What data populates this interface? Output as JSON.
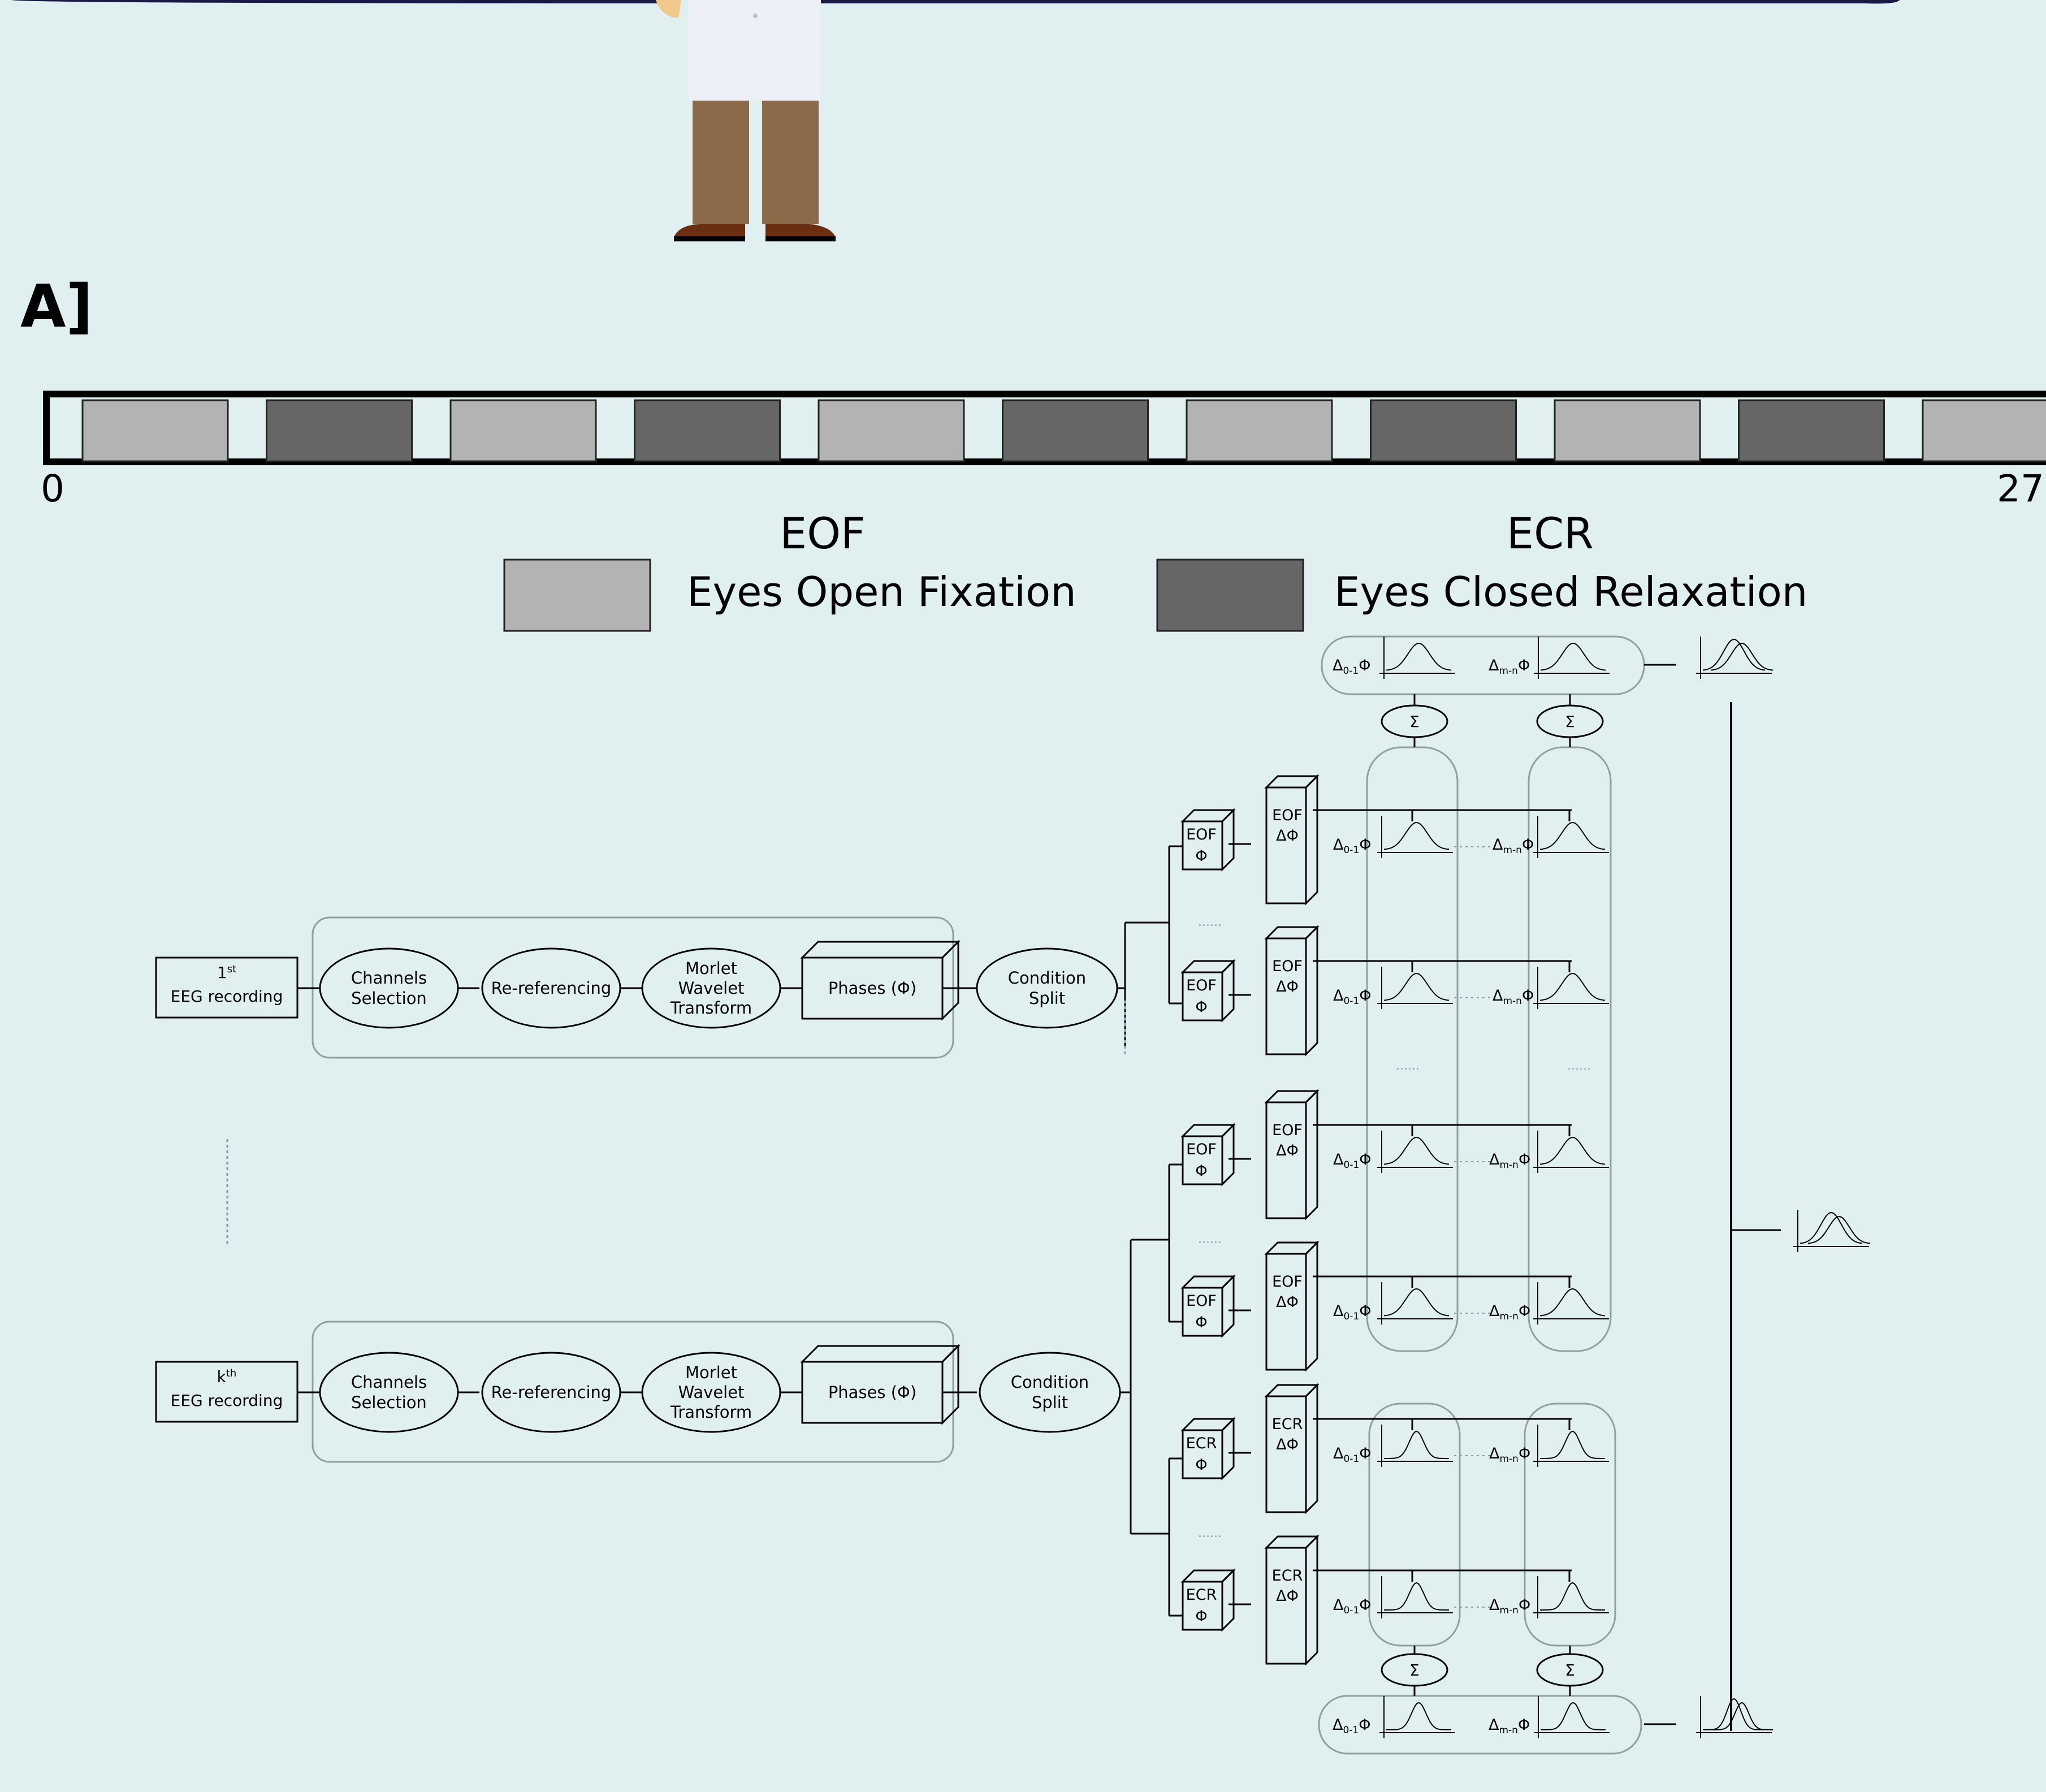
{
  "panel_label": "A]",
  "timeline": {
    "start_label": "0",
    "end_label": "27",
    "segments": [
      "EOF",
      "ECR",
      "EOF",
      "ECR",
      "EOF",
      "ECR",
      "EOF",
      "ECR",
      "EOF",
      "ECR",
      "EOF"
    ]
  },
  "legend": {
    "eof_abbr": "EOF",
    "eof_label": "Eyes Open Fixation",
    "ecr_abbr": "ECR",
    "ecr_label": "Eyes Closed Relaxation"
  },
  "colors": {
    "background": "#e0f0f1",
    "eof_fill": "#b3b3b3",
    "ecr_fill": "#666666",
    "group_stroke": "#8fa0a0",
    "line": "#000000"
  },
  "pipelines": [
    {
      "recording_sup": "st",
      "recording_num": "1",
      "recording_label": "EEG recording",
      "channels": [
        "Channels",
        "Selection"
      ],
      "reref": "Re-referencing",
      "morlet": [
        "Morlet",
        "Wavelet",
        "Transform"
      ],
      "phases": "Phases (Φ)",
      "split": [
        "Condition",
        "Split"
      ]
    },
    {
      "recording_sup": "th",
      "recording_num": "k",
      "recording_label": "EEG recording",
      "channels": [
        "Channels",
        "Selection"
      ],
      "reref": "Re-referencing",
      "morlet": [
        "Morlet",
        "Wavelet",
        "Transform"
      ],
      "phases": "Phases (Φ)",
      "split": [
        "Condition",
        "Split"
      ]
    }
  ],
  "rows": [
    {
      "cond": "EOF",
      "phi": "Φ",
      "dphi": "ΔΦ",
      "peak": "wide"
    },
    {
      "cond": "EOF",
      "phi": "Φ",
      "dphi": "ΔΦ",
      "peak": "wide"
    },
    {
      "cond": "EOF",
      "phi": "Φ",
      "dphi": "ΔΦ",
      "peak": "wide"
    },
    {
      "cond": "EOF",
      "phi": "Φ",
      "dphi": "ΔΦ",
      "peak": "wide"
    },
    {
      "cond": "ECR",
      "phi": "Φ",
      "dphi": "ΔΦ",
      "peak": "narrow"
    },
    {
      "cond": "ECR",
      "phi": "Φ",
      "dphi": "ΔΦ",
      "peak": "narrow"
    }
  ],
  "delta_labels": {
    "first": {
      "base": "Δ",
      "sub": "0-1",
      "tail": "Φ"
    },
    "last": {
      "base": "Δ",
      "sub": "m-n",
      "tail": "Φ"
    }
  },
  "sum_symbol": "Σ",
  "ellipsis": "......"
}
